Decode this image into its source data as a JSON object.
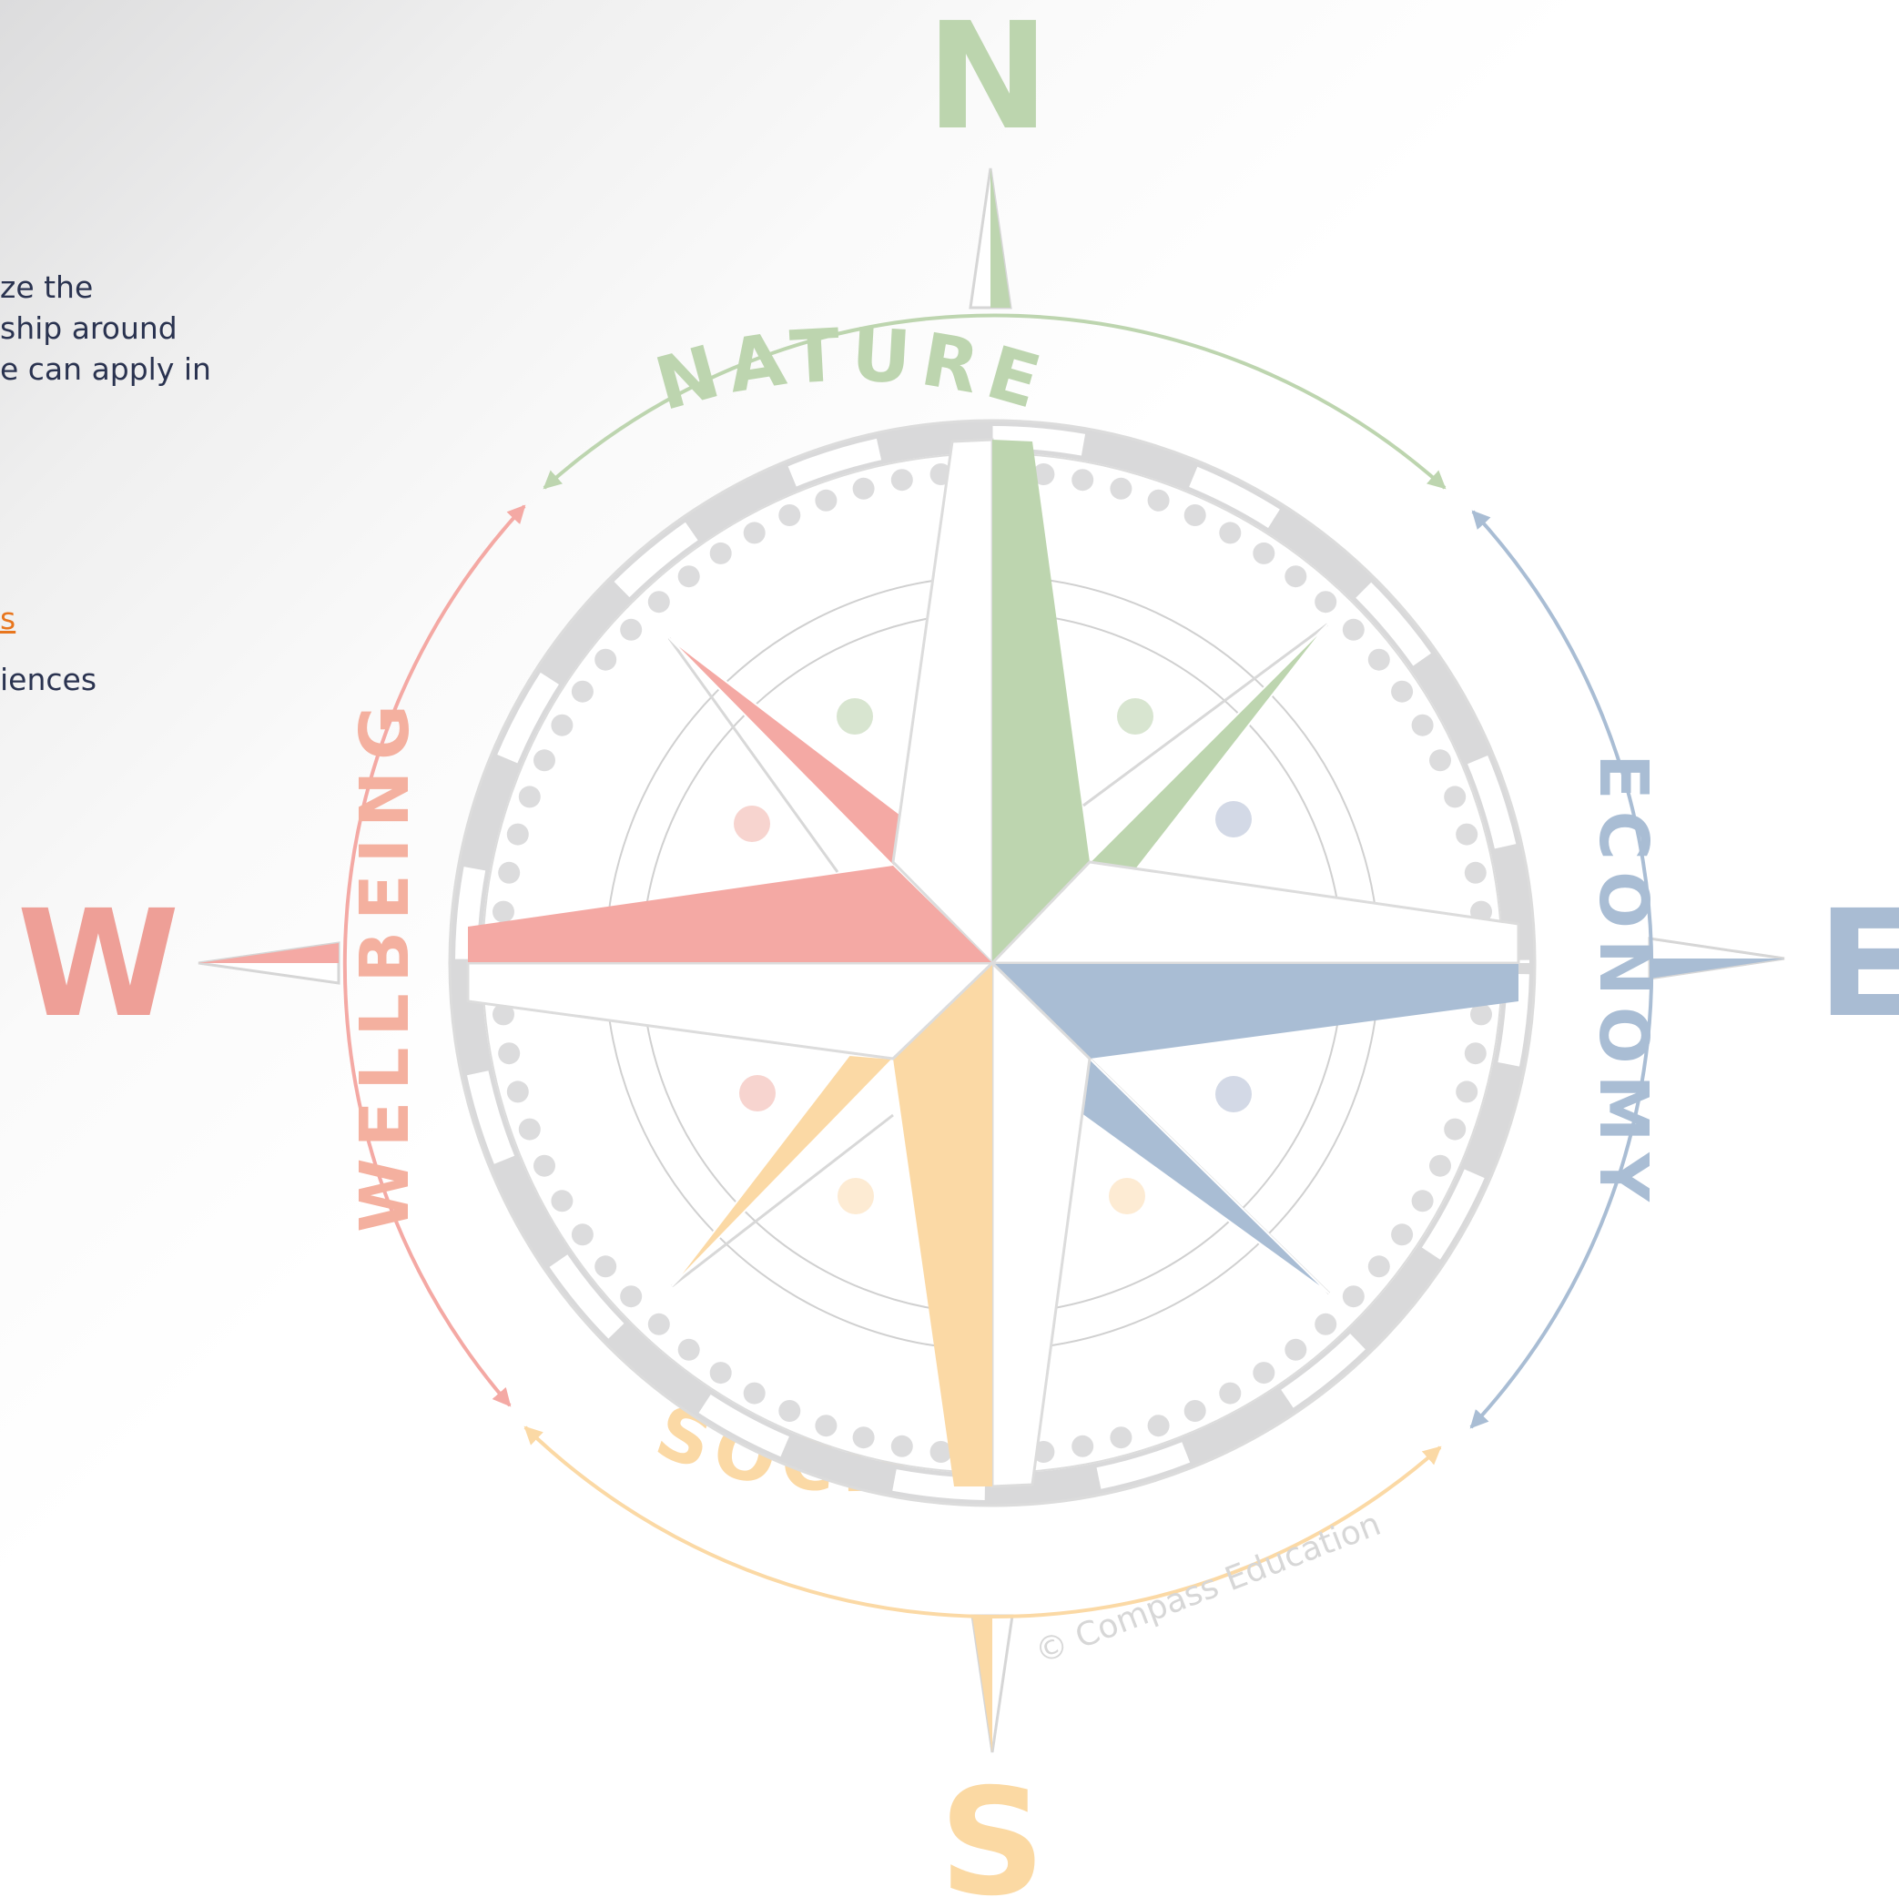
{
  "left_panel": {
    "fragments": [
      "ze the",
      "ship around",
      "e can apply in",
      "s",
      "iences"
    ]
  },
  "compass": {
    "cardinals": {
      "north": "N",
      "south": "S",
      "east": "E",
      "west": "W"
    },
    "dimensions": {
      "nature": "NATURE",
      "economy": "ECONOMY",
      "society": "SOCIETY",
      "wellbeing": "WELLBEING"
    },
    "copyright": "© Compass Education",
    "colors": {
      "nature": "#bdd5af",
      "economy": "#a9bdd4",
      "society": "#fbd9a5",
      "wellbeing": "#f4a9a4",
      "ring": "#d9d9da",
      "dots": "#dcdcdd",
      "north_letter": "#bcd5ae",
      "west_letter": "#ee9f97",
      "south_letter": "#fbd9a3",
      "east_letter": "#a9bcd3",
      "wellbeing_text": "#f4b09f"
    }
  }
}
